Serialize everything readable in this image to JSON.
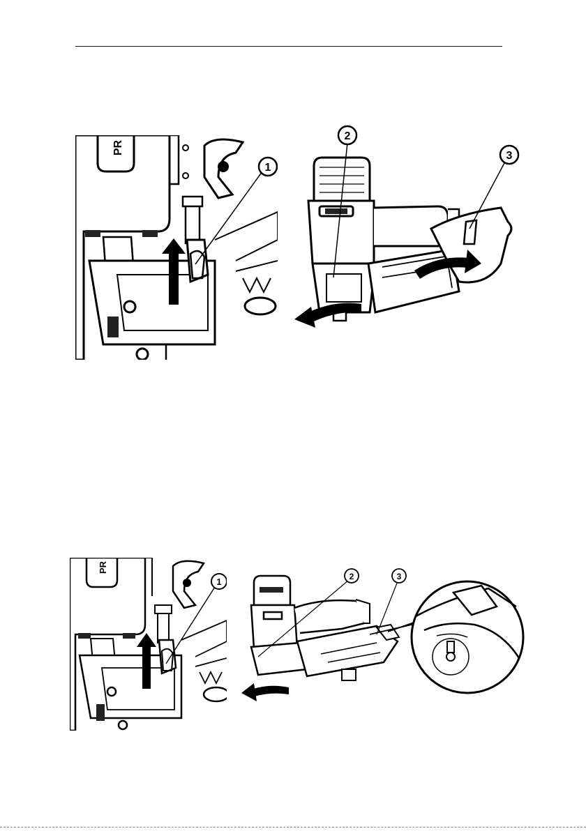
{
  "figures": [
    {
      "id": "fig-top-left",
      "logo_text": "PR",
      "callouts": [
        "1"
      ],
      "arrows": [
        "up"
      ]
    },
    {
      "id": "fig-top-right",
      "callouts": [
        "2",
        "3"
      ],
      "arrows": [
        "rotate-left",
        "swing-right"
      ]
    },
    {
      "id": "fig-bottom-left",
      "logo_text": "PR",
      "callouts": [
        "1"
      ],
      "arrows": [
        "up"
      ]
    },
    {
      "id": "fig-bottom-right",
      "callouts": [
        "2",
        "3"
      ],
      "arrows": [
        "rotate-left"
      ],
      "detail_inset": true
    }
  ]
}
